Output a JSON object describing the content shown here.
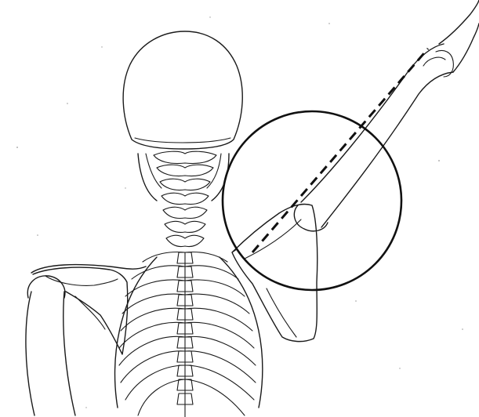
{
  "figure": {
    "subject": "posterior-view-skeleton-raised-arm",
    "ink_color": "#1a1a1a",
    "background_color": "#ffffff",
    "highlight": {
      "shape": "circle",
      "region": "right-shoulder-glenohumeral-joint",
      "stroke_color": "#111111"
    },
    "reference_line": {
      "style": "dashed",
      "follows": "humerus-long-axis",
      "stroke_color": "#111111"
    }
  }
}
